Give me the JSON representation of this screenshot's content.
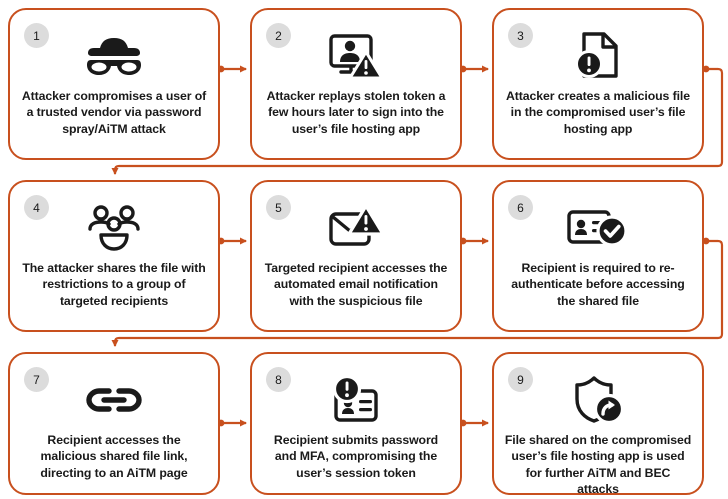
{
  "diagram": {
    "type": "attack-chain-flowchart",
    "title": "",
    "colors": {
      "accent": "#C8501E",
      "badge_bg": "#DCDCDC",
      "icon": "#1A1A1A",
      "card_bg": "#FFFFFF",
      "page_bg": "#FFFFFF"
    },
    "layout": {
      "rows": 3,
      "columns": 3,
      "flow": "left-to-right, wrap down"
    },
    "steps": [
      {
        "number": "1",
        "icon": "incognito-glasses-icon",
        "text": "Attacker compromises a user of a trusted vendor via password spray/AiTM attack"
      },
      {
        "number": "2",
        "icon": "user-screen-warning-icon",
        "text": "Attacker replays stolen token a few hours later to sign into the user’s file hosting app"
      },
      {
        "number": "3",
        "icon": "file-alert-icon",
        "text": "Attacker creates a malicious file in the compromised user’s file hosting app"
      },
      {
        "number": "4",
        "icon": "user-group-icon",
        "text": "The attacker shares the file with restrictions to a group of targeted recipients"
      },
      {
        "number": "5",
        "icon": "mail-warning-icon",
        "text": "Targeted recipient accesses the automated email notification with the suspicious file"
      },
      {
        "number": "6",
        "icon": "id-card-check-icon",
        "text": "Recipient is required to re-authenticate before accessing the shared file"
      },
      {
        "number": "7",
        "icon": "link-chain-icon",
        "text": "Recipient accesses the malicious shared file link, directing to an AiTM page"
      },
      {
        "number": "8",
        "icon": "id-card-alert-icon",
        "text": "Recipient submits password and MFA, compromising the user’s session token"
      },
      {
        "number": "9",
        "icon": "shield-share-icon",
        "text": "File shared on the compromised user’s file hosting app is used for further AiTM and BEC attacks"
      }
    ],
    "connectors": [
      {
        "from": "1",
        "to": "2",
        "kind": "horizontal-arrow"
      },
      {
        "from": "2",
        "to": "3",
        "kind": "horizontal-arrow"
      },
      {
        "from": "3",
        "to": "4",
        "kind": "wrap-down-arrow"
      },
      {
        "from": "4",
        "to": "5",
        "kind": "horizontal-arrow"
      },
      {
        "from": "5",
        "to": "6",
        "kind": "horizontal-arrow"
      },
      {
        "from": "6",
        "to": "7",
        "kind": "wrap-down-arrow"
      },
      {
        "from": "7",
        "to": "8",
        "kind": "horizontal-arrow"
      },
      {
        "from": "8",
        "to": "9",
        "kind": "horizontal-arrow"
      }
    ]
  }
}
